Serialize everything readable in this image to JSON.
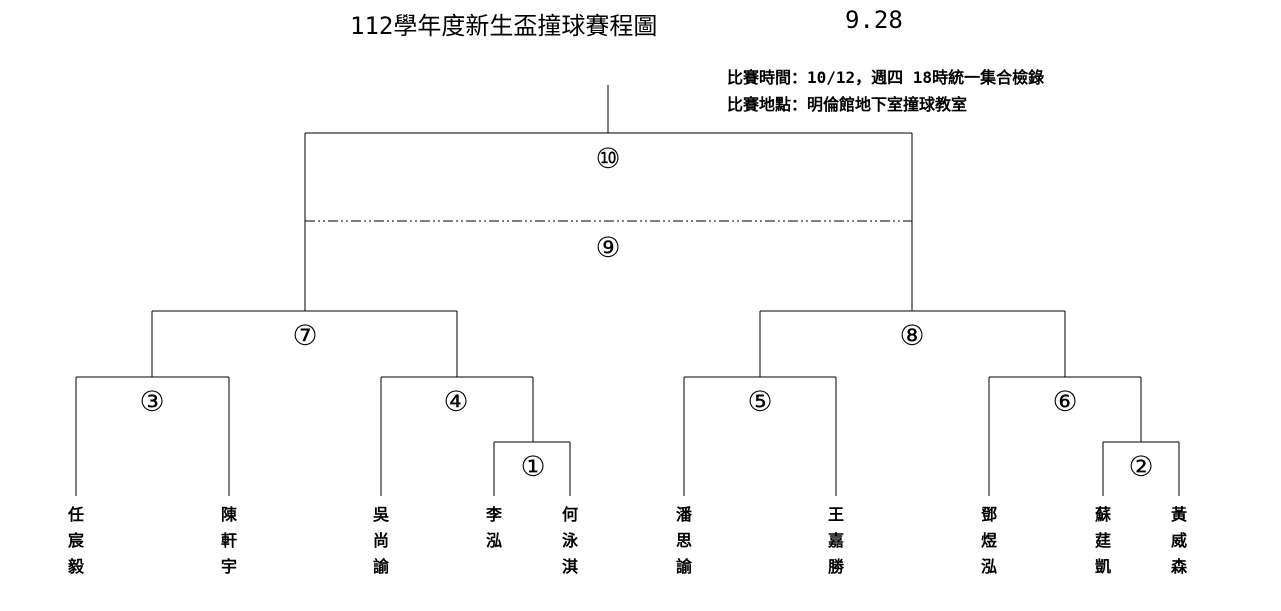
{
  "header": {
    "title": "112學年度新生盃撞球賽程圖",
    "date": "9.28",
    "time_line": "比賽時間：10/12，週四 18時統一集合檢錄",
    "place_line": "比賽地點：明倫館地下室撞球教室"
  },
  "matches": {
    "m1": "①",
    "m2": "②",
    "m3": "③",
    "m4": "④",
    "m5": "⑤",
    "m6": "⑥",
    "m7": "⑦",
    "m8": "⑧",
    "m9": "⑨",
    "m10": "⑩"
  },
  "players": [
    {
      "chars": [
        "任",
        "宸",
        "毅"
      ]
    },
    {
      "chars": [
        "陳",
        "軒",
        "宇"
      ]
    },
    {
      "chars": [
        "吳",
        "尚",
        "諭"
      ]
    },
    {
      "chars": [
        "李",
        "泓"
      ]
    },
    {
      "chars": [
        "何",
        "泳",
        "淇"
      ]
    },
    {
      "chars": [
        "潘",
        "思",
        "諭"
      ]
    },
    {
      "chars": [
        "王",
        "嘉",
        "勝"
      ]
    },
    {
      "chars": [
        "鄧",
        "煜",
        "泓"
      ]
    },
    {
      "chars": [
        "蘇",
        "莛",
        "凱"
      ]
    },
    {
      "chars": [
        "黃",
        "威",
        "森"
      ]
    }
  ]
}
